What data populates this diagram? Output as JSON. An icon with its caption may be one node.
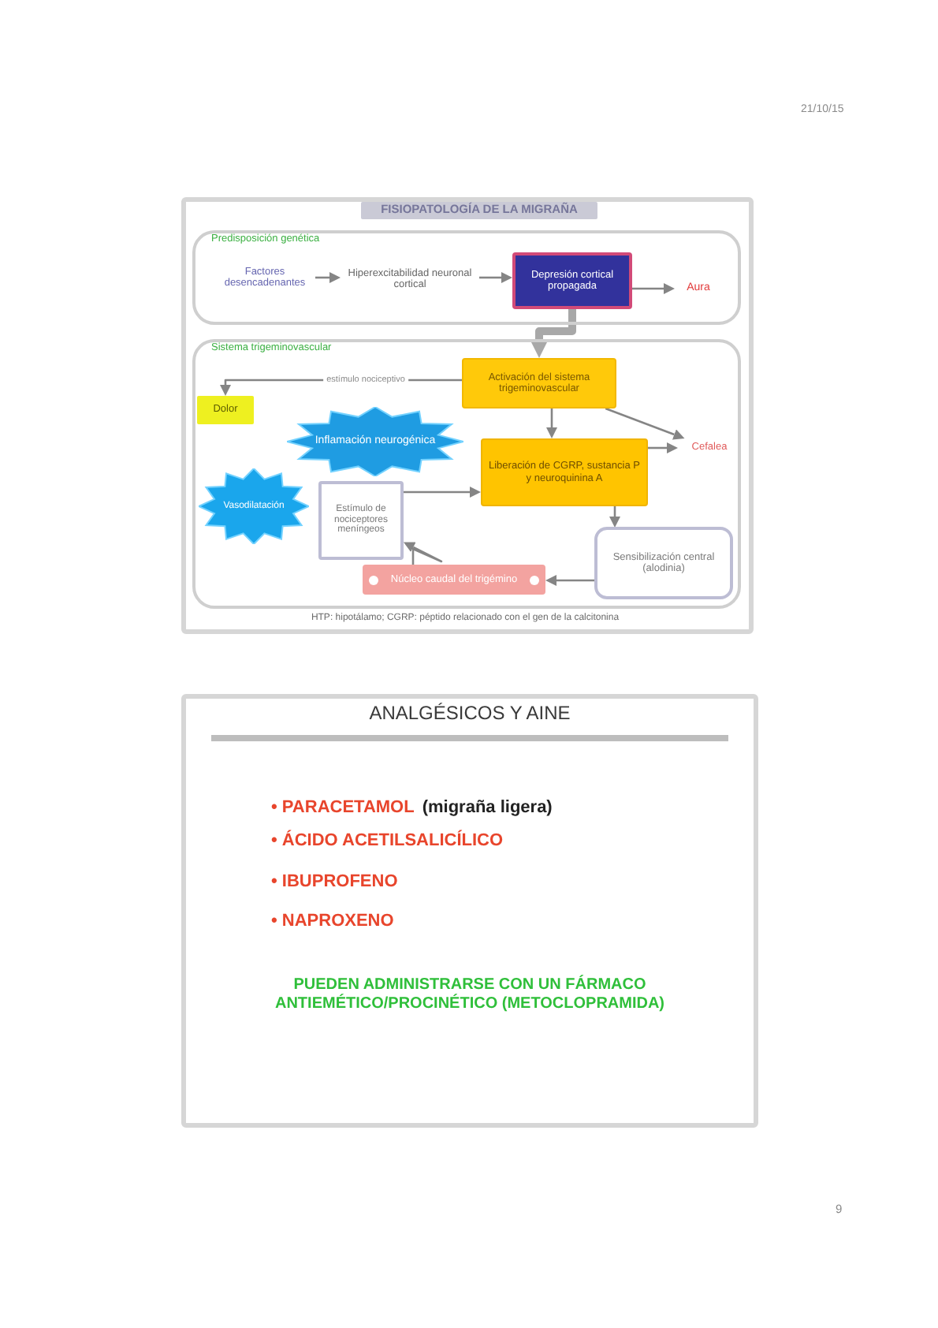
{
  "diagram": {
    "nodes": [
      {
        "text": [
          "FISIOPATOLOGÍA DE LA MIGRAÑA",
          "HTP: hipotálamo; CGRP: péptido relacionado con el gen de la calcitonina"
        ]
      },
      {
        "text": [
          "Predisposición genética"
        ],
        "in": 0
      },
      {
        "text": [
          "Factores desencadenantes"
        ],
        "in": 1
      },
      {
        "text": [
          "Hiperexcitabilidad neuronal cortical"
        ],
        "in": 1
      },
      {
        "text": [
          "Depresión cortical propagada"
        ],
        "in": 1
      },
      {
        "text": [
          "Aura"
        ],
        "in": 1
      },
      {
        "text": [
          "Sistema trigeminovascular"
        ],
        "in": 0
      },
      {
        "text": [
          "Activación del sistema trigeminovascular"
        ],
        "in": 6
      },
      {
        "text": [
          "Dolor"
        ],
        "in": 6
      },
      {
        "text": [
          "Inflamación neurogénica"
        ],
        "in": 6
      },
      {
        "text": [
          "Vasodilatación"
        ],
        "in": 6
      },
      {
        "text": [
          "Liberación de CGRP, sustancia P y neuroquinina A"
        ],
        "in": 6
      },
      {
        "text": [
          "Cefalea"
        ],
        "in": 6
      },
      {
        "text": [
          "Estímulo de nociceptores meníngeos"
        ],
        "in": 6
      },
      {
        "text": [
          "Núcleo caudal del trigémino"
        ],
        "in": 6
      },
      {
        "text": [
          "Sensibilización central (alodinia)"
        ],
        "in": 6
      },
      {
        "text": [
          "ANALGÉSICOS Y AINE",
          "• PARACETAMOL",
          "(migraña ligera)",
          "• ÁCIDO ACETILSALICÍLICO",
          "• IBUPROFENO",
          "• NAPROXENO",
          "PUEDEN ADMINISTRARSE CON UN FÁRMACO ANTIEMÉTICO/PROCINÉTICO (METOCLOPRAMIDA)"
        ]
      }
    ],
    "edges": [
      {
        "from": 2,
        "to": 3,
        "arrow": "to"
      },
      {
        "from": 3,
        "to": 4,
        "arrow": "to"
      },
      {
        "from": 4,
        "to": 5,
        "arrow": "to"
      },
      {
        "from": 4,
        "to": 7,
        "arrow": "to",
        "style": "thick",
        "color": "#a8a8a8"
      },
      {
        "from": 7,
        "to": 8,
        "arrow": "to",
        "label": "estímulo nociceptivo"
      },
      {
        "from": 7,
        "to": 11,
        "arrow": "to"
      },
      {
        "from": 7,
        "to": 12,
        "arrow": "to"
      },
      {
        "from": 11,
        "to": 12,
        "arrow": "to"
      },
      {
        "from": 11,
        "to": 15,
        "arrow": "to"
      },
      {
        "from": 15,
        "to": 14,
        "arrow": "to"
      },
      {
        "from": 14,
        "to": 13,
        "arrow": "to"
      },
      {
        "from": 13,
        "to": 11,
        "arrow": "to"
      }
    ],
    "labels": [
      "21/10/15",
      "9"
    ]
  }
}
